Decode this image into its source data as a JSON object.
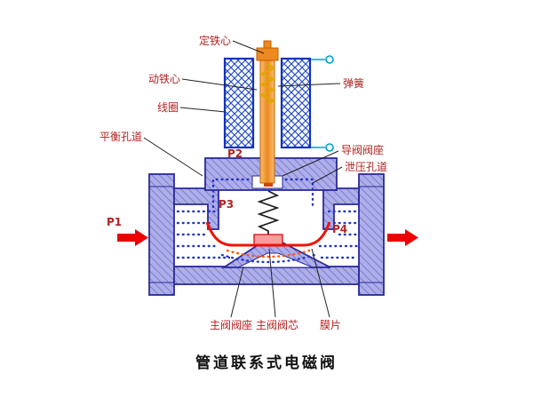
{
  "diagram": {
    "title": "管道联系式电磁阀",
    "labels": {
      "fixed_core": "定铁心",
      "moving_core": "动铁心",
      "coil": "线圈",
      "balance_channel": "平衡孔道",
      "spring": "弹簧",
      "pilot_valve_seat": "导阀阀座",
      "relief_channel": "泄压孔道",
      "main_valve_seat": "主阀阀座",
      "main_valve_core": "主阀阀芯",
      "diaphragm": "膜片",
      "p1": "P1",
      "p2": "P2",
      "p3": "P3",
      "p4": "P4"
    },
    "colors": {
      "body_fill": "#aeaee8",
      "body_hatch": "#6f6fd0",
      "body_outline": "#2a2a9a",
      "coil_hatch": "#2a52cc",
      "core_orange": "#ee8820",
      "spring_yellow": "#e0a800",
      "flow_blue": "#2233cc",
      "diaphragm_red": "#ee1100",
      "arrow_red": "#ee0000",
      "label_color": "#b22222",
      "terminal_cyan": "#00a0d0"
    }
  }
}
